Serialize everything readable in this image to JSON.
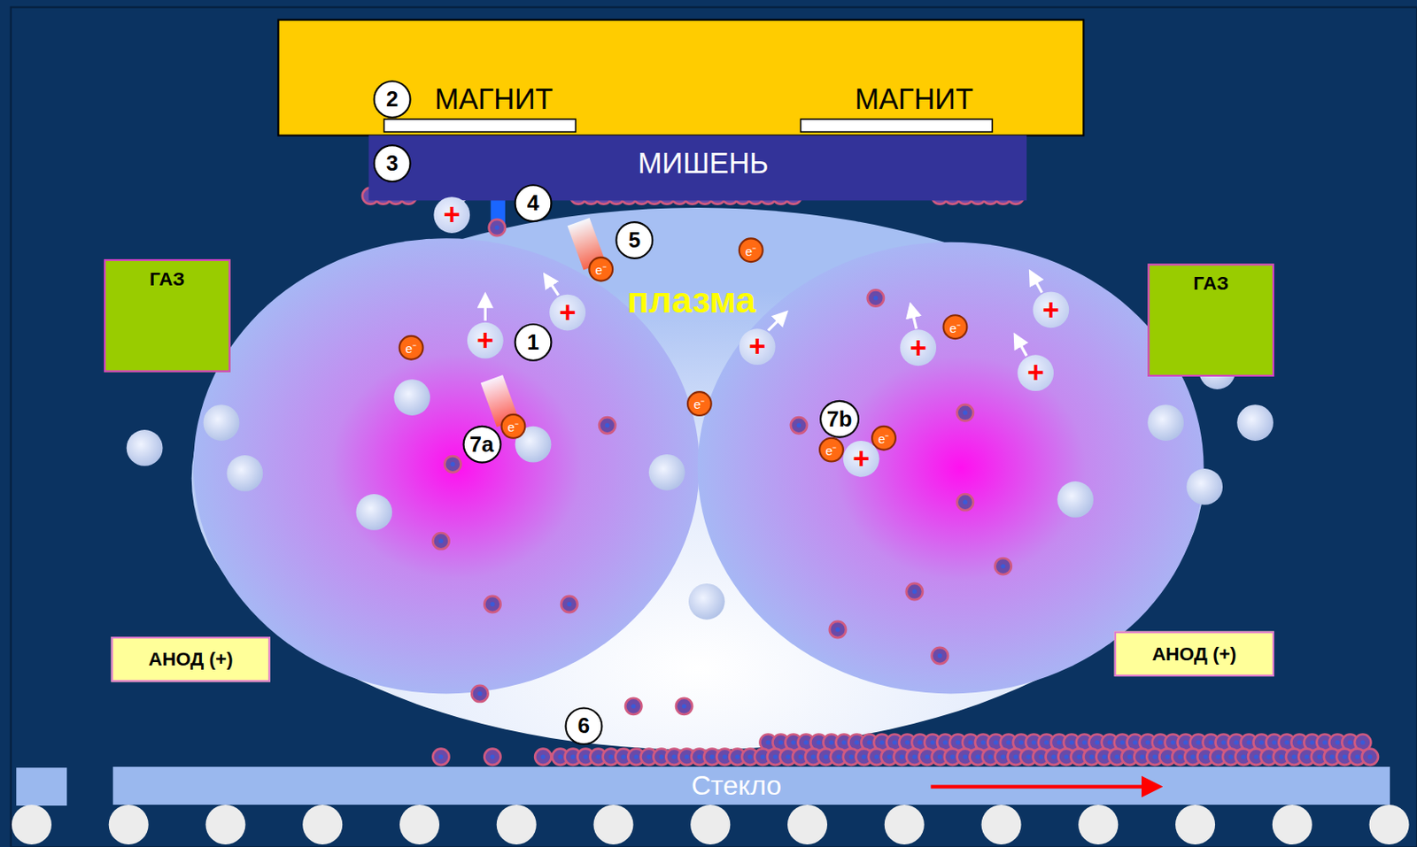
{
  "diagram": {
    "nodes": [
      {
        "text": [
          "МАГНИТ"
        ]
      },
      {
        "text": [
          "МАГНИТ"
        ]
      },
      {
        "text": [
          "МИШЕНЬ"
        ]
      },
      {
        "text": [
          "ГАЗ"
        ]
      },
      {
        "text": [
          "ГАЗ"
        ]
      },
      {
        "text": [
          "плазма"
        ]
      },
      {
        "text": [
          "АНОД (+)"
        ]
      },
      {
        "text": [
          "АНОД (+)"
        ]
      },
      {
        "text": [
          "Стекло"
        ]
      }
    ],
    "labels": [
      "2",
      "3",
      "4",
      "5",
      "1",
      "7a",
      "7b",
      "6",
      "e⁻",
      "e⁻",
      "e⁻",
      "e⁻",
      "e⁻",
      "e⁻",
      "e⁻",
      "e⁻",
      "+",
      "+",
      "+",
      "+",
      "+",
      "+",
      "+",
      "+"
    ]
  }
}
